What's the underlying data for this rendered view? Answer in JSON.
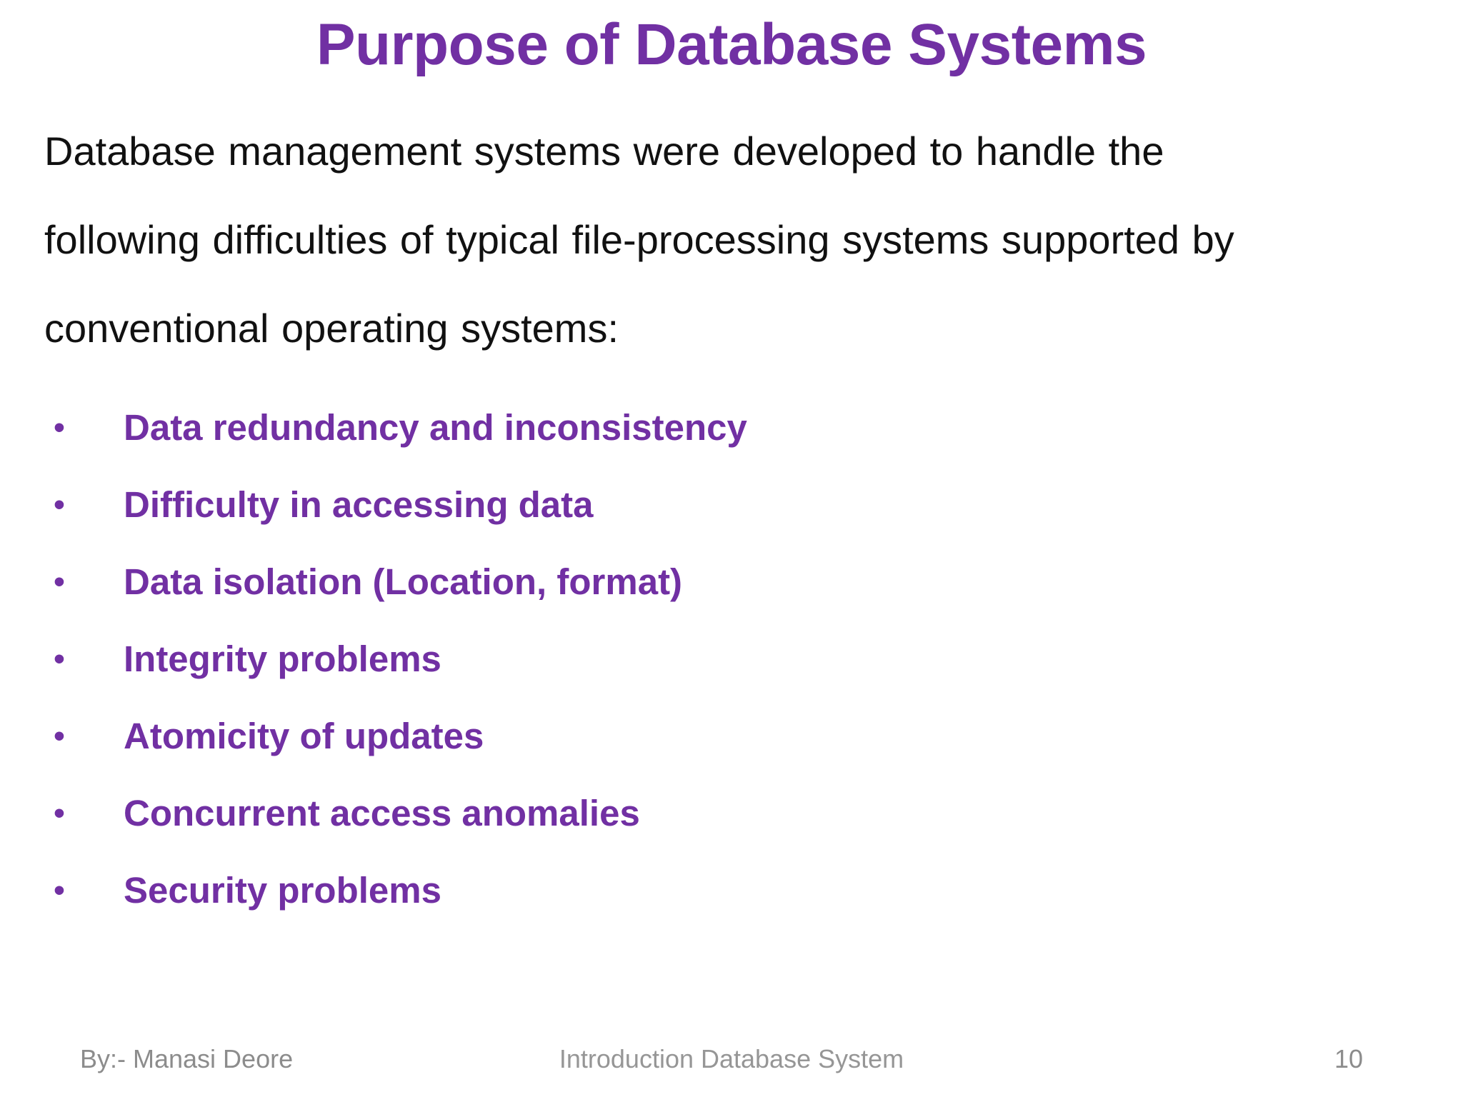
{
  "slide": {
    "title": "Purpose of Database Systems",
    "title_color": "#7130A3",
    "background_color": "#FFFFFF"
  },
  "intro": {
    "full_text": "Database management systems were developed to handle the following difficulties of typical file-processing systems supported by conventional operating systems:",
    "lines": [
      {
        "words": [
          "Database",
          "management",
          "systems",
          "were",
          "developed",
          "to",
          "handle",
          "the"
        ]
      },
      {
        "words": [
          "following",
          "difficulties",
          "of",
          "typical",
          "file-processing",
          "systems",
          "supported",
          "by"
        ]
      },
      {
        "text": "conventional operating systems:"
      }
    ]
  },
  "bullets": {
    "marker": "•",
    "color": "#7130A3",
    "items": [
      {
        "label": "Data redundancy and inconsistency"
      },
      {
        "label": "Difficulty in accessing data"
      },
      {
        "label": "Data isolation (Location, format)"
      },
      {
        "label": "Integrity problems"
      },
      {
        "label": "Atomicity of updates"
      },
      {
        "label": "Concurrent access anomalies"
      },
      {
        "label": "Security problems"
      }
    ]
  },
  "footer": {
    "author": "By:- Manasi Deore",
    "center_text": "Introduction Database System",
    "page_number": "10",
    "text_color": "#8C8C8C"
  }
}
